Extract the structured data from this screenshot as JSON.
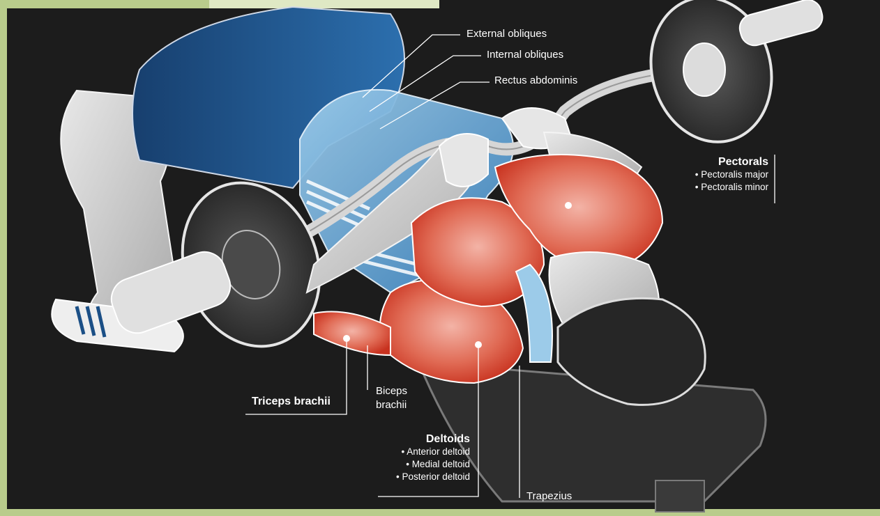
{
  "labels": {
    "external_obliques": "External obliques",
    "internal_obliques": "Internal obliques",
    "rectus_abdominis": "Rectus abdominis",
    "pectorals": {
      "title": "Pectorals",
      "items": [
        "Pectoralis major",
        "Pectoralis minor"
      ]
    },
    "triceps": "Triceps brachii",
    "biceps_line1": "Biceps",
    "biceps_line2": "brachii",
    "deltoids": {
      "title": "Deltoids",
      "items": [
        "Anterior deltoid",
        "Medial deltoid",
        "Posterior deltoid"
      ]
    },
    "trapezius": "Trapezius"
  },
  "colors": {
    "frame": "#b9cc8c",
    "background": "#1c1c1c",
    "shorts": "#1b4f86",
    "shirt": "#5fa3d8",
    "muscle_highlight": "#d9402e",
    "bench": "#2e2e2e",
    "label_text": "#ffffff",
    "leader_line": "#ffffff"
  }
}
